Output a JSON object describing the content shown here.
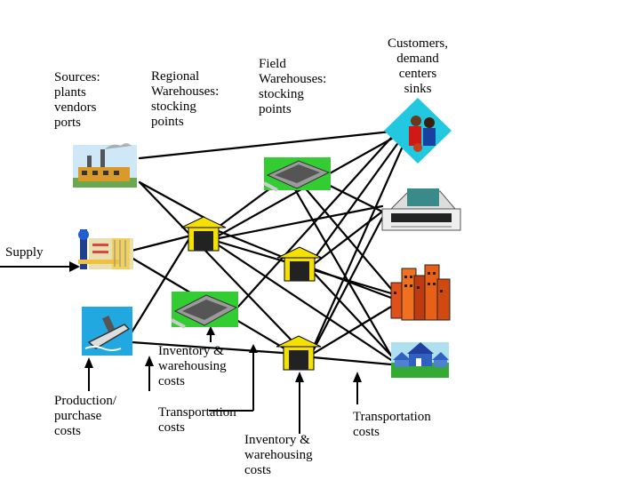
{
  "columns": {
    "sources": "Sources:\nplants\nvendors\nports",
    "regional": "Regional\nWarehouses:\nstocking\npoints",
    "field": "Field\nWarehouses:\nstocking\npoints",
    "customers": "Customers,\ndemand\ncenters\nsinks"
  },
  "supply_label": "Supply",
  "costs": {
    "production": "Production/\npurchase\ncosts",
    "inventory_1": "Inventory &\nwarehousing\ncosts",
    "transportation_1": "Transportation\ncosts",
    "inventory_2": "Inventory &\nwarehousing\ncosts",
    "transportation_2": "Transportation\ncosts"
  },
  "icons": {
    "factory": "factory-icon",
    "plant": "plant-icon",
    "port": "port-ship-icon",
    "regional_warehouse_photo": "warehouse-aerial-icon",
    "regional_warehouse": "warehouse-icon",
    "field_warehouse_photo": "warehouse-aerial-icon",
    "field_warehouse": "warehouse-icon",
    "customers_people": "people-icon",
    "mall": "shopping-center-icon",
    "city": "city-buildings-icon",
    "houses": "houses-icon"
  },
  "colors": {
    "warehouse_yellow": "#f5e000",
    "warehouse_dark": "#222222",
    "line": "#000000",
    "photo_green": "#33cc33"
  }
}
